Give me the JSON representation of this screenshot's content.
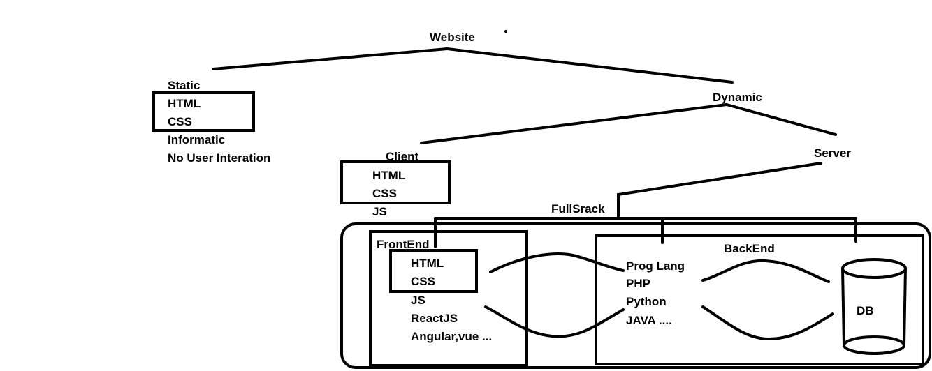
{
  "root": {
    "label": "Website"
  },
  "static": {
    "label": "Static",
    "boxed_items": [
      "HTML",
      "CSS"
    ],
    "notes": [
      "Informatic",
      "No User Interation"
    ]
  },
  "dynamic": {
    "label": "Dynamic"
  },
  "client": {
    "label": "Client",
    "boxed_items": [
      "HTML",
      "CSS"
    ],
    "extra": "JS"
  },
  "server": {
    "label": "Server"
  },
  "fullstack": {
    "label": "FullSrack"
  },
  "frontend": {
    "label": "FrontEnd",
    "boxed_items": [
      "HTML",
      "CSS"
    ],
    "items": [
      "JS",
      "ReactJS",
      "Angular,vue ..."
    ]
  },
  "backend": {
    "label": "BackEnd",
    "items": [
      "Prog Lang",
      "PHP",
      "Python",
      "JAVA ...."
    ]
  },
  "db": {
    "label": "DB"
  },
  "colors": {
    "stroke": "#000000",
    "background": "#ffffff"
  }
}
